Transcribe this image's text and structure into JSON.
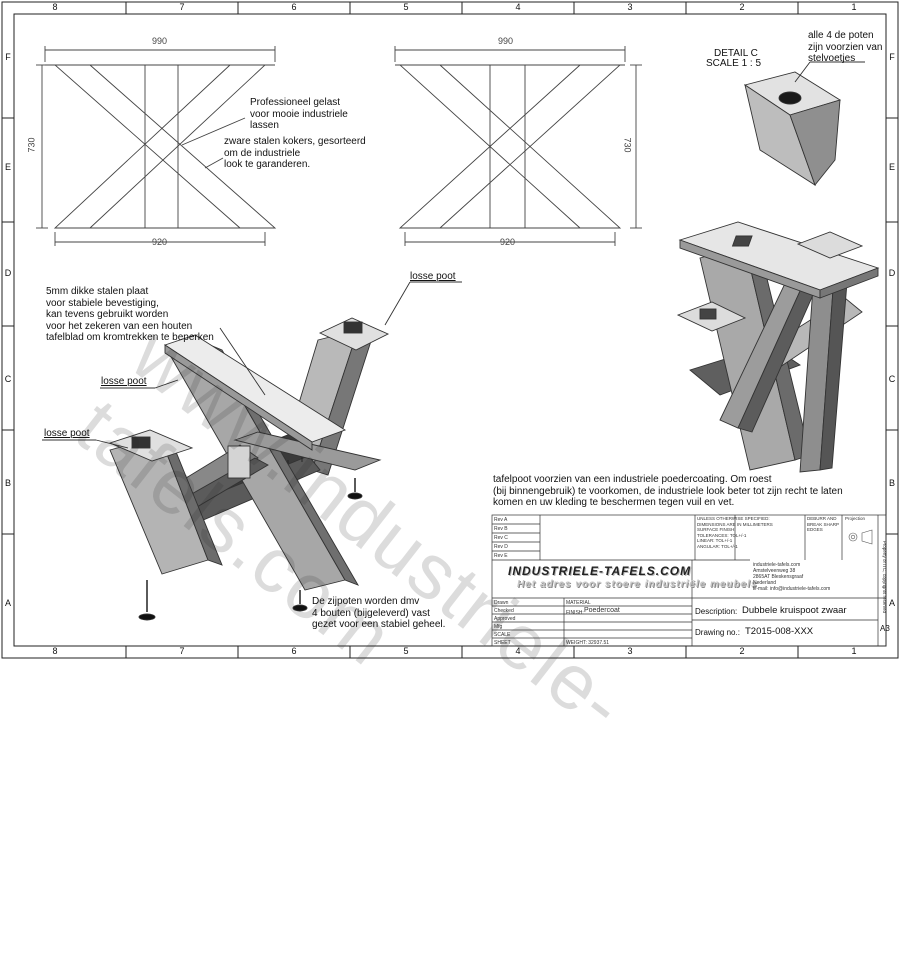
{
  "border": {
    "columns": [
      "8",
      "7",
      "6",
      "5",
      "4",
      "3",
      "2",
      "1"
    ],
    "rows": [
      "F",
      "E",
      "D",
      "C",
      "B",
      "A"
    ]
  },
  "views": {
    "front": {
      "width_top": "990",
      "height": "730",
      "width_bottom": "920"
    },
    "side": {
      "width_top": "990",
      "height": "730",
      "width_bottom": "920"
    }
  },
  "detail": {
    "title": "DETAIL C",
    "scale": "SCALE 1 : 5",
    "note": "alle 4 de poten\nzijn voorzien van\nstelvoetjes"
  },
  "notes": {
    "welded": "Professioneel gelast\nvoor mooie industriele\nlassen",
    "steel_tubes": "zware stalen kokers, gesorteerd\nom de industriele\nlook te garanderen.",
    "plate": "5mm dikke stalen plaat\nvoor stabiele bevestiging,\nkan tevens gebruikt worden\nvoor het zekeren van een houten\ntafelblad om kromtrekken te beperken",
    "losse_poot_1": "losse poot",
    "losse_poot_2": "losse poot",
    "losse_poot_3": "losse poot",
    "bolts": "De zijpoten worden dmv\n4 bouten (bijgeleverd) vast\ngezet voor een stabiel geheel.",
    "coating": "tafelpoot voorzien van een industriele poedercoating. Om roest\n(bij binnengebruik) te voorkomen, de industriele look beter tot zijn recht te laten\nkomen en uw kleding te beschermen tegen vuil en vet."
  },
  "watermark": "www.industriele-tafels.com",
  "title_block": {
    "revs": [
      "Rev A",
      "Rev B",
      "Rev C",
      "Rev D",
      "Rev E"
    ],
    "general_notes": "UNLESS OTHERWISE SPECIFIED:\nDIMENSIONS ARE IN MILLIMETERS\nSURFACE FINISH:\nTOLERANCES: TOL+/-1\nLINEAR: TOL+/-1\nANGULAR: TOL+/-1",
    "deburr": "DEBURR AND\nBREAK SHARP\nEDGES",
    "projection": "Projection",
    "brand": "INDUSTRIELE-TAFELS.COM",
    "slogan": "Het adres voor stoere industriële meubels",
    "address": "industriele-tafels.com\nAmstelveenweg 38\n2865AT Bleskensgraaf\nNederland\nE-mail: info@industriele-tafels.com",
    "copyright": "Property of ITC, copyrights reserved",
    "rows": [
      "Drawn",
      "Checked",
      "Approved",
      "Mfg",
      "SCALE",
      "SHEET"
    ],
    "material_label": "MATERIAL",
    "finish_label": "FINISH:",
    "finish_value": "Poedercoat",
    "weight": "WEIGHT: 32937.51",
    "description_label": "Description:",
    "description": "Dubbele kruispoot zwaar",
    "drawing_label": "Drawing no.:",
    "drawing_no": "T2015-008-XXX",
    "size": "A3"
  }
}
